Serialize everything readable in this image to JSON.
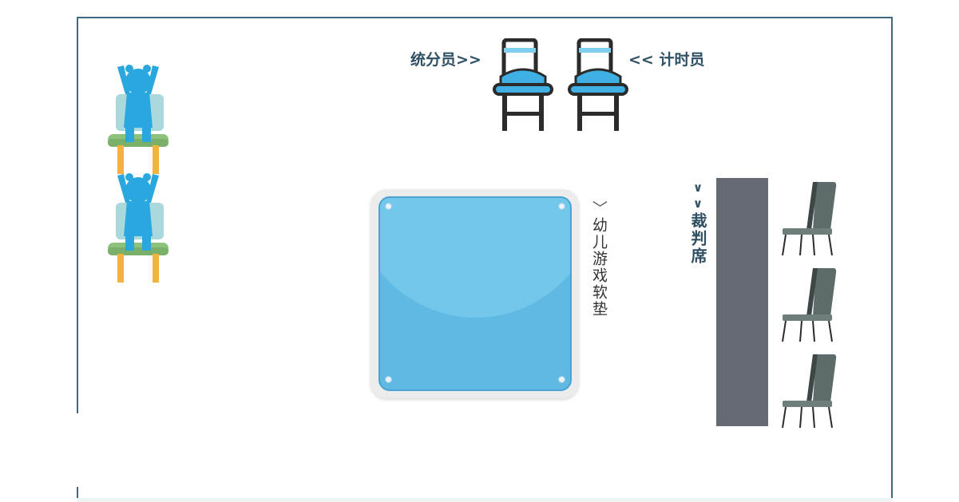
{
  "labels": {
    "scorer": "统分员>>",
    "timer": "<< 计时员",
    "mat_arrow": "﹀",
    "mat": "幼儿游戏软垫",
    "judge_arrow": "∨∨",
    "judge": "裁判席"
  },
  "icons": {
    "child": "child-on-chair-icon",
    "official_chair": "official-chair-icon",
    "judge_chair": "judge-chair-icon"
  },
  "colors": {
    "frame": "#3e6a80",
    "label": "#2f4f63",
    "mat": "#5fb9e2",
    "child": "#2aa7df",
    "judge_table": "#666a72",
    "judge_chair": "#5d6b6b"
  }
}
